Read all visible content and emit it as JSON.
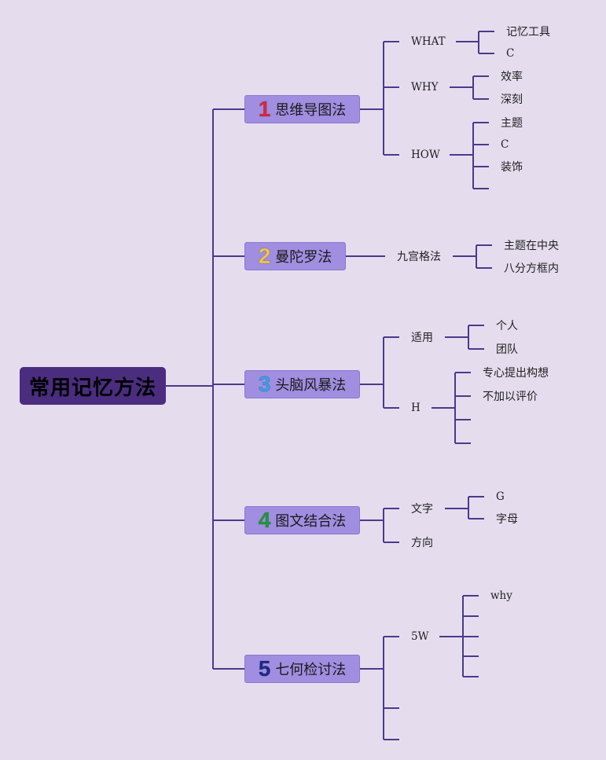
{
  "colors": {
    "background": "#e5ddee",
    "line": "#4a3a8c",
    "root_fill": "#4b2d7f",
    "branch_fill": "#a08ee0"
  },
  "root": {
    "label": "常用记忆方法"
  },
  "branches": [
    {
      "number": "1",
      "number_color": "#e0253a",
      "label": "思维导图法",
      "children": [
        {
          "label": "WHAT",
          "children": [
            "记忆工具",
            "C"
          ]
        },
        {
          "label": "WHY",
          "children": [
            "效率",
            "深刻"
          ]
        },
        {
          "label": "HOW",
          "children": [
            "主题",
            "C",
            "装饰",
            ""
          ]
        }
      ]
    },
    {
      "number": "2",
      "number_color": "#f2c84b",
      "label": "曼陀罗法",
      "children": [
        {
          "label": "九宫格法",
          "children": [
            "主题在中央",
            "八分方框内"
          ]
        }
      ]
    },
    {
      "number": "3",
      "number_color": "#3aa0e8",
      "label": "头脑风暴法",
      "children": [
        {
          "label": "适用",
          "children": [
            "个人",
            "团队"
          ]
        },
        {
          "label": "H",
          "children": [
            "专心提出构想",
            "不加以评价",
            "",
            ""
          ]
        }
      ]
    },
    {
      "number": "4",
      "number_color": "#1e9a3a",
      "label": "图文结合法",
      "children": [
        {
          "label": "文字",
          "children": [
            "G",
            "字母"
          ]
        },
        {
          "label": "方向",
          "children": []
        }
      ]
    },
    {
      "number": "5",
      "number_color": "#1f2a8a",
      "label": "七何检讨法",
      "children": [
        {
          "label": "5W",
          "children": [
            "why",
            "",
            "",
            "",
            ""
          ]
        },
        {
          "label": "",
          "children": []
        },
        {
          "label": "",
          "children": []
        }
      ]
    }
  ]
}
